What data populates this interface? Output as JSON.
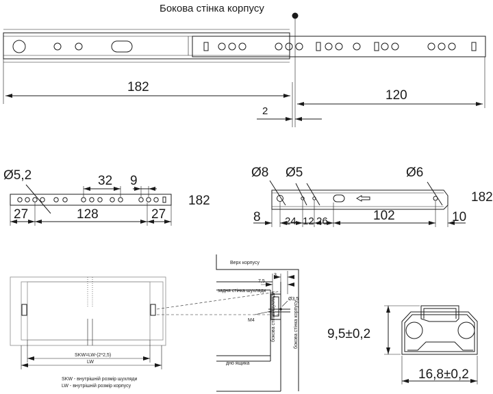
{
  "top": {
    "title": "Бокова стінка корпусу",
    "dim_182": "182",
    "dim_120": "120",
    "dim_2": "2"
  },
  "rail_left": {
    "hole_dia": "Ø5,2",
    "pitch_32": "32",
    "pitch_9": "9",
    "end_left": "27",
    "span": "128",
    "end_right": "27",
    "length": "182"
  },
  "rail_right": {
    "hole_d8": "Ø8",
    "hole_d5": "Ø5",
    "hole_d6": "Ø6",
    "dim_8": "8",
    "dim_24": "24",
    "dim_12": "12",
    "dim_26": "26",
    "dim_102": "102",
    "dim_10": "10",
    "length": "182"
  },
  "drawer": {
    "skw_formula": "SKW=LW-(2*2,5)",
    "lw_label": "LW",
    "legend_skw": "SKW - внутрішній розмір шухляди",
    "legend_lw": "LW -   внутрішній розмір корпусу"
  },
  "section": {
    "top_label": "Верх корпусу",
    "back_wall": "задня стінка шухляди",
    "dim_7_5": "7,5",
    "dim_3": "3",
    "dim_3_5": "Ø3,5",
    "screw": "M4",
    "side_drawer": "бокова стінка шухляди",
    "side_body": "бокова стінка корпусу",
    "drawer_bottom": "дно ящика"
  },
  "profile": {
    "height": "9,5±0,2",
    "width": "16,8±0,2"
  }
}
